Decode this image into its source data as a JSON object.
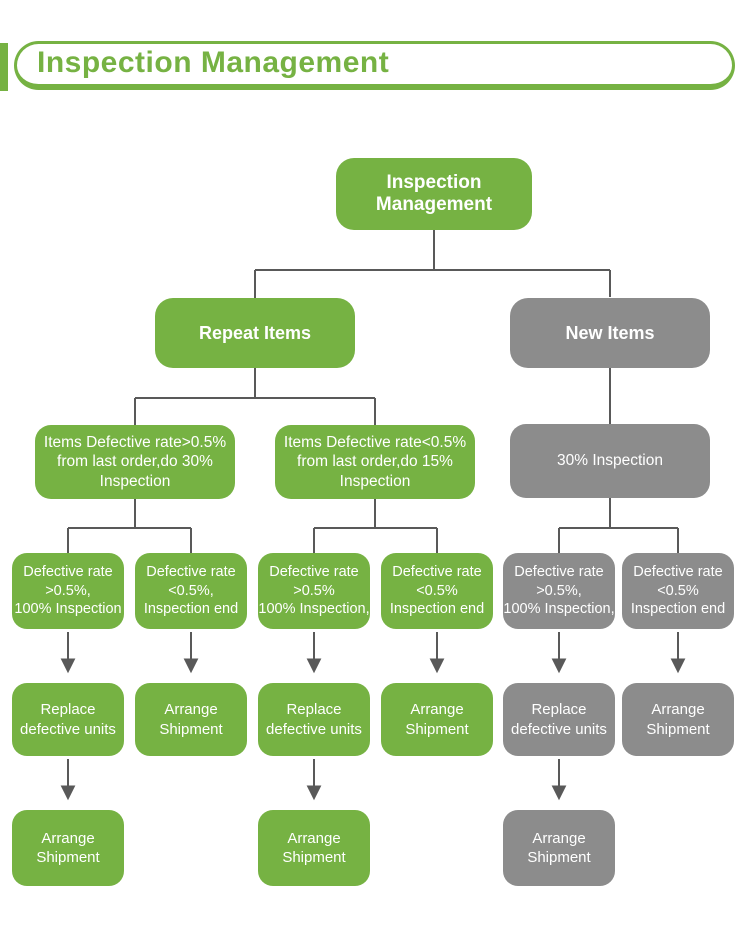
{
  "header": {
    "title": "Inspection Management"
  },
  "colors": {
    "accent_green": "#76b243",
    "node_green": "#76b243",
    "node_gray": "#8c8c8c",
    "connector_line": "#595959",
    "node_text": "#ffffff"
  },
  "nodes": {
    "root": "Inspection Management",
    "repeat_items": "Repeat Items",
    "new_items": "New Items",
    "repeat_high": "Items Defective rate>0.5%\nfrom last order,do 30%\nInspection",
    "repeat_low": "Items Defective rate<0.5%\nfrom last order,do 15%\nInspection",
    "new_inspection": "30% Inspection",
    "r4c1": "Defective rate\n>0.5%,\n100% Inspection",
    "r4c2": "Defective rate\n<0.5%,\nInspection end",
    "r4c3": "Defective rate\n>0.5%\n100% Inspection,",
    "r4c4": "Defective rate\n<0.5%\nInspection end",
    "r4c5": "Defective rate\n>0.5%,\n100% Inspection,",
    "r4c6": "Defective rate\n<0.5%\nInspection end",
    "r5c1": "Replace\ndefective units",
    "r5c2": "Arrange\nShipment",
    "r5c3": "Replace\ndefective units",
    "r5c4": "Arrange\nShipment",
    "r5c5": "Replace\ndefective units",
    "r5c6": "Arrange\nShipment",
    "r6c1": "Arrange\nShipment",
    "r6c3": "Arrange\nShipment",
    "r6c5": "Arrange\nShipment"
  }
}
